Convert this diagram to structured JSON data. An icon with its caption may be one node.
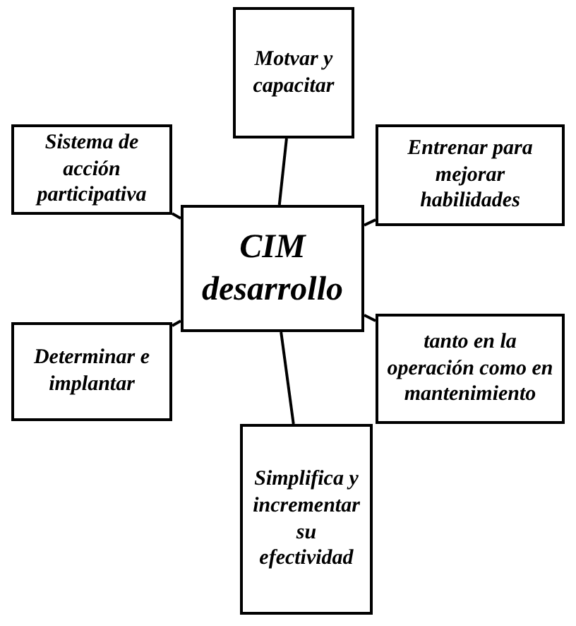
{
  "diagram": {
    "nodes": [
      {
        "text": [
          "Motvar y capacitar"
        ]
      },
      {
        "text": [
          "Sistema de acción participativa"
        ]
      },
      {
        "text": [
          "Entrenar para mejorar habilidades"
        ]
      },
      {
        "text": [
          "CIM desarrollo"
        ]
      },
      {
        "text": [
          "Determinar e implantar"
        ]
      },
      {
        "text": [
          "tanto en la operación como en mantenimiento"
        ]
      },
      {
        "text": [
          "Simplifica y incrementar su efectividad"
        ]
      }
    ],
    "edges": [
      {
        "from": 3,
        "to": 0,
        "arrow": "none"
      },
      {
        "from": 3,
        "to": 1,
        "arrow": "none"
      },
      {
        "from": 3,
        "to": 2,
        "arrow": "none"
      },
      {
        "from": 3,
        "to": 4,
        "arrow": "none"
      },
      {
        "from": 3,
        "to": 5,
        "arrow": "none"
      },
      {
        "from": 3,
        "to": 6,
        "arrow": "none"
      }
    ]
  }
}
